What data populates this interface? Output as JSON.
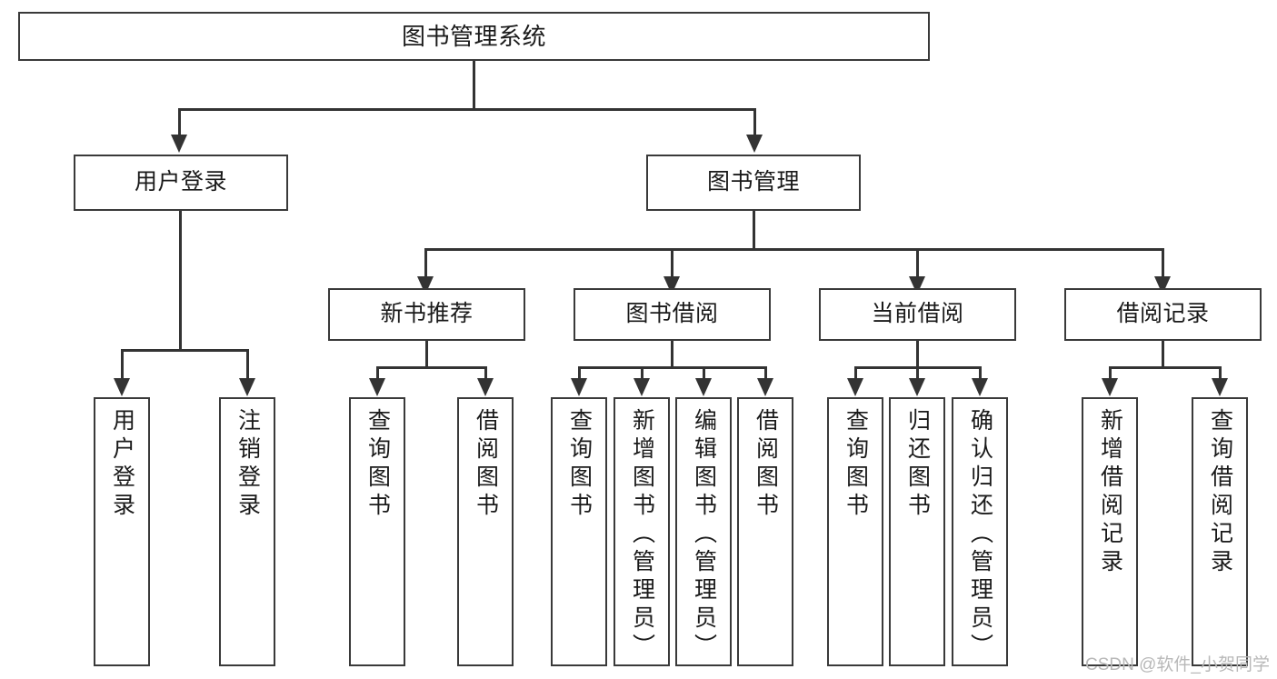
{
  "diagram": {
    "type": "tree",
    "title": "图书管理系统",
    "watermark": "CSDN @软件_小贺同学",
    "colors": {
      "box_border": "#3a3a3a",
      "box_fill": "#ffffff",
      "connector": "#333333",
      "text": "#1a1a1a",
      "watermark": "#b8b8b8",
      "background": "#ffffff"
    },
    "root": {
      "label": "图书管理系统"
    },
    "level2": [
      {
        "label": "用户登录"
      },
      {
        "label": "图书管理"
      }
    ],
    "level3": [
      {
        "label": "新书推荐"
      },
      {
        "label": "图书借阅"
      },
      {
        "label": "当前借阅"
      },
      {
        "label": "借阅记录"
      }
    ],
    "leaves": {
      "user_login": [
        {
          "label": "用户登录"
        },
        {
          "label": "注销登录"
        }
      ],
      "new_book_recommend": [
        {
          "label": "查询图书"
        },
        {
          "label": "借阅图书"
        }
      ],
      "book_borrow": [
        {
          "label": "查询图书"
        },
        {
          "label": "新增图书（管理员）"
        },
        {
          "label": "编辑图书（管理员）"
        },
        {
          "label": "借阅图书"
        }
      ],
      "current_borrow": [
        {
          "label": "查询图书"
        },
        {
          "label": "归还图书"
        },
        {
          "label": "确认归还（管理员）"
        }
      ],
      "borrow_record": [
        {
          "label": "新增借阅记录"
        },
        {
          "label": "查询借阅记录"
        }
      ]
    }
  }
}
